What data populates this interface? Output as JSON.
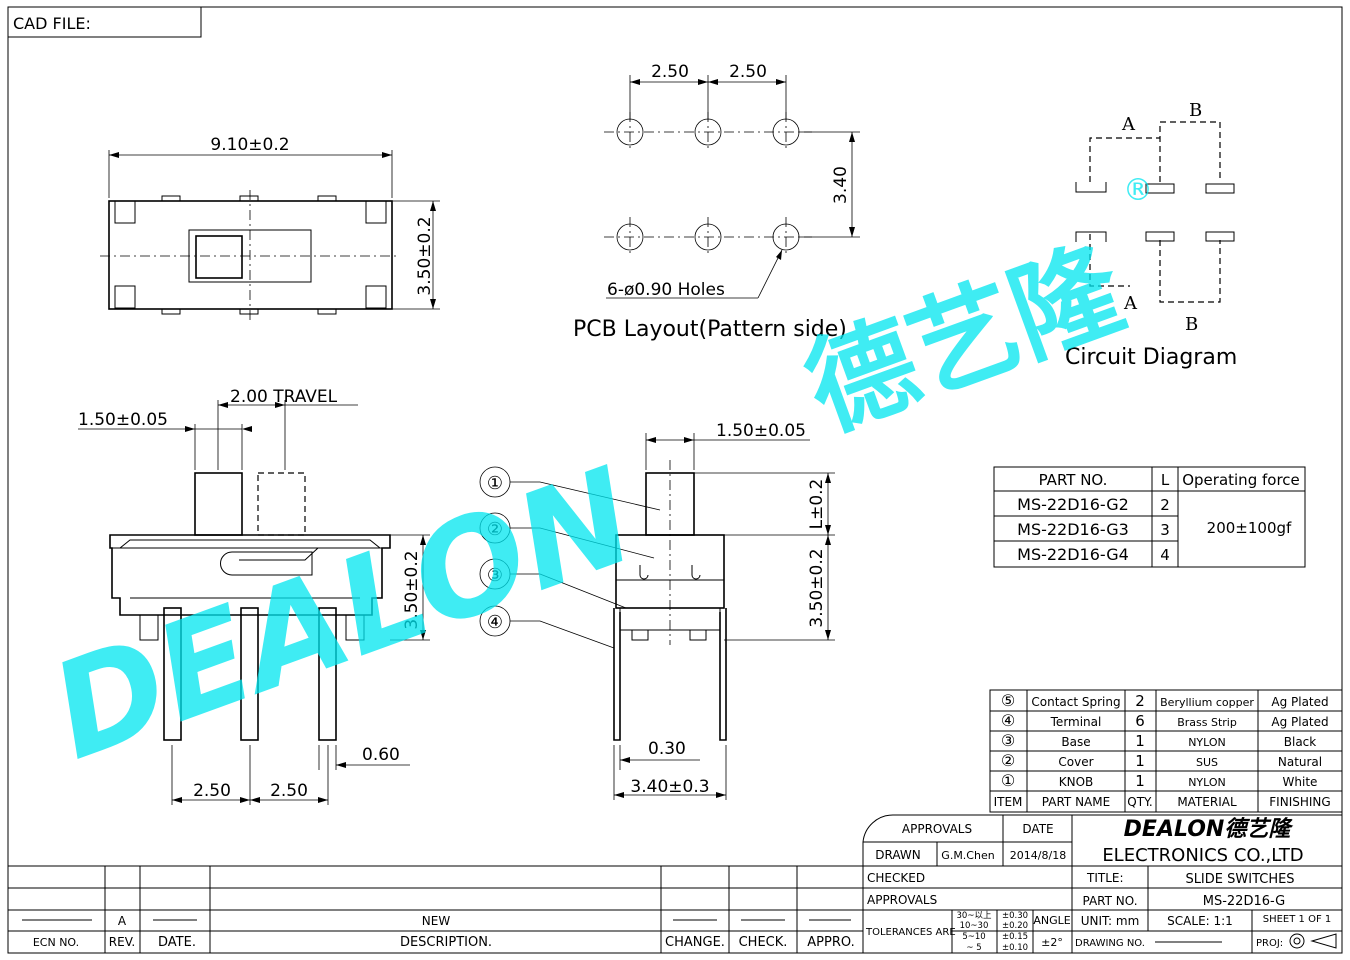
{
  "cad_label": "CAD FILE:",
  "top_view": {
    "width_dim": "9.10±0.2",
    "height_dim": "3.50±0.2"
  },
  "pcb": {
    "pitch1": "2.50",
    "pitch2": "2.50",
    "row_gap": "3.40",
    "holes": "6-ø0.90 Holes",
    "title": "PCB Layout(Pattern side)"
  },
  "circuit": {
    "label_a_top": "A",
    "label_b_top": "B",
    "label_a_bot": "A",
    "label_b_bot": "B",
    "title": "Circuit Diagram"
  },
  "front_view": {
    "travel": "2.00 TRAVEL",
    "knob_w": "1.50±0.05",
    "body_h": "3.50±0.2",
    "pitch1": "2.50",
    "pitch2": "2.50",
    "pin_w": "0.60"
  },
  "side_view": {
    "knob_w": "1.50±0.05",
    "knob_h": "L±0.2",
    "body_h": "3.50±0.2",
    "pin_t": "0.30",
    "pin_span": "3.40±0.3",
    "callouts": [
      "①",
      "②",
      "③",
      "④"
    ]
  },
  "part_table": {
    "headers": [
      "PART NO.",
      "L",
      "Operating force"
    ],
    "rows": [
      [
        "MS-22D16-G2",
        "2"
      ],
      [
        "MS-22D16-G3",
        "3"
      ],
      [
        "MS-22D16-G4",
        "4"
      ]
    ],
    "force": "200±100gf"
  },
  "bom": {
    "rows": [
      {
        "no": "⑤",
        "name": "Contact Spring",
        "qty": "2",
        "material": "Beryllium copper",
        "finish": "Ag Plated"
      },
      {
        "no": "④",
        "name": "Terminal",
        "qty": "6",
        "material": "Brass Strip",
        "finish": "Ag Plated"
      },
      {
        "no": "③",
        "name": "Base",
        "qty": "1",
        "material": "NYLON",
        "finish": "Black"
      },
      {
        "no": "②",
        "name": "Cover",
        "qty": "1",
        "material": "SUS",
        "finish": "Natural"
      },
      {
        "no": "①",
        "name": "KNOB",
        "qty": "1",
        "material": "NYLON",
        "finish": "White"
      }
    ],
    "headers": {
      "item": "ITEM",
      "name": "PART NAME",
      "qty": "QTY.",
      "material": "MATERIAL",
      "finish": "FINISHING"
    }
  },
  "title_block": {
    "approvals": "APPROVALS",
    "date": "DATE",
    "drawn": "DRAWN",
    "drawn_by": "G.M.Chen",
    "drawn_date": "2014/8/18",
    "checked": "CHECKED",
    "approvals2": "APPROVALS",
    "company_logo": "DEALON德艺隆",
    "company": "ELECTRONICS CO.,LTD",
    "title_label": "TITLE:",
    "title": "SLIDE SWITCHES",
    "partno_label": "PART NO.",
    "partno": "MS-22D16-G",
    "unit": "UNIT: mm",
    "scale": "SCALE: 1:1",
    "sheet": "SHEET 1 OF 1",
    "tolerances": "TOLERANCES ARE",
    "tol_ranges": [
      "30~以上",
      "10~30",
      "5~10",
      "~ 5"
    ],
    "tol_values": [
      "±0.30",
      "±0.20",
      "±0.15",
      "±0.10"
    ],
    "angle": "ANGLE",
    "angle_val": "±2°",
    "drawing_no": "DRAWING NO.",
    "proj": "PROJ:"
  },
  "revision": {
    "rev": "A",
    "desc": "NEW",
    "headers": {
      "ecn": "ECN NO.",
      "rev": "REV.",
      "date": "DATE.",
      "desc": "DESCRIPTION.",
      "change": "CHANGE.",
      "check": "CHECK.",
      "appro": "APPRO."
    }
  },
  "watermark": {
    "text": "DEALON",
    "cn": "德艺隆",
    "reg": "®"
  }
}
